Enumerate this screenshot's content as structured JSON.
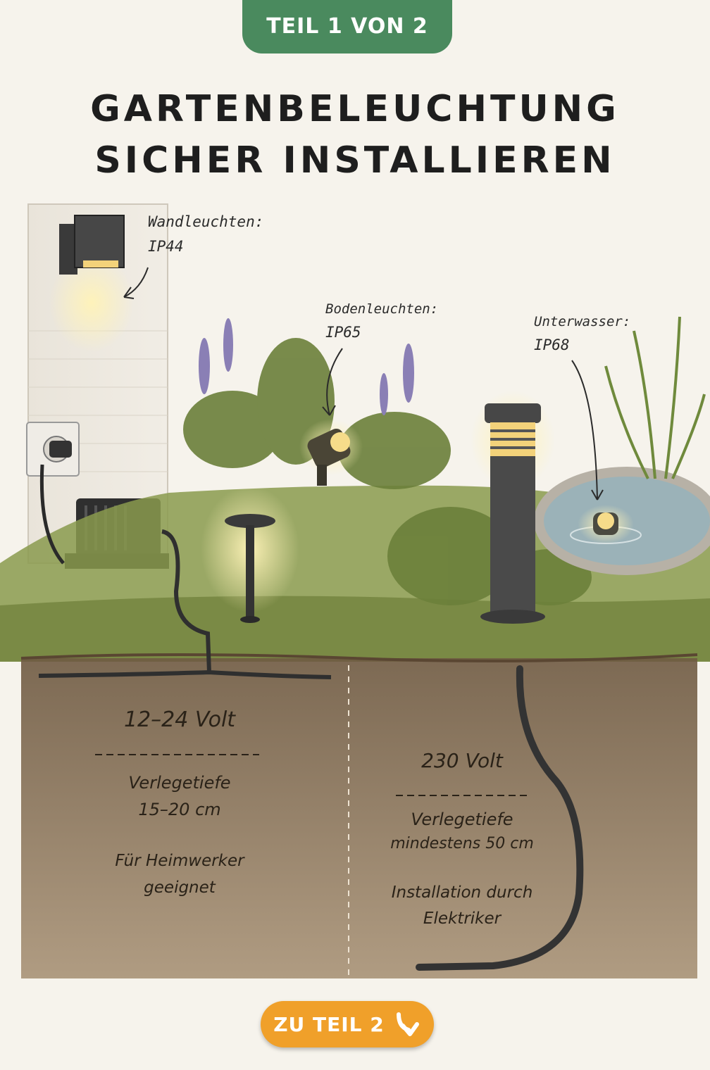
{
  "header": {
    "part_badge": "TEIL 1 VON 2"
  },
  "title": {
    "line1": "GARTENBELEUCHTUNG",
    "line2": "SICHER INSTALLIEREN"
  },
  "labels": {
    "wall": {
      "name": "Wandleuchten:",
      "rating": "IP44"
    },
    "ground": {
      "name": "Bodenleuchten:",
      "rating": "IP65"
    },
    "underwater": {
      "name": "Unterwasser:",
      "rating": "IP68"
    }
  },
  "low_voltage": {
    "voltage": "12–24 Volt",
    "depth_label": "Verlegetiefe",
    "depth_value": "15–20 cm",
    "note_line1": "Für Heimwerker",
    "note_line2": "geeignet"
  },
  "high_voltage": {
    "voltage": "230 Volt",
    "depth_label": "Verlegetiefe",
    "depth_value": "mindestens 50 cm",
    "note_line1": "Installation durch",
    "note_line2": "Elektriker"
  },
  "cta": {
    "label": "ZU TEIL 2"
  },
  "colors": {
    "tab": "#4a8a5e",
    "cta": "#f0a02a",
    "soil": "#8a7358",
    "grass": "#7d8e45"
  }
}
